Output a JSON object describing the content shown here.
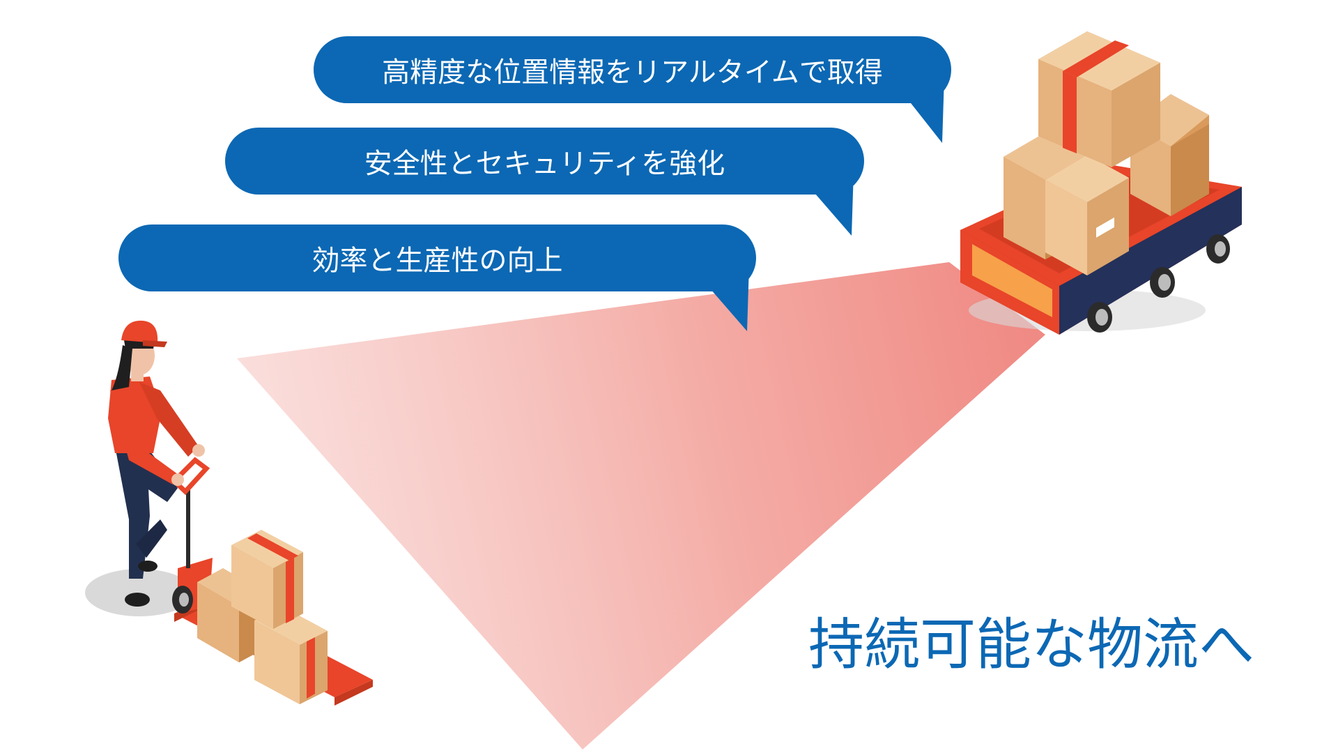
{
  "bubbles": [
    {
      "text": "高精度な位置情報をリアルタイムで取得"
    },
    {
      "text": "安全性とセキュリティを強化"
    },
    {
      "text": "効率と生産性の向上"
    }
  ],
  "tagline": "持続可能な物流へ",
  "illustrations": {
    "worker": "worker-with-pallet-jack",
    "agv": "autonomous-guided-vehicle-with-boxes"
  },
  "colors": {
    "bubble": "#0c68b4",
    "tagline": "#0c68b4",
    "beam": "#f08a84",
    "accent": "#e8452a",
    "box": "#e0ad78"
  }
}
